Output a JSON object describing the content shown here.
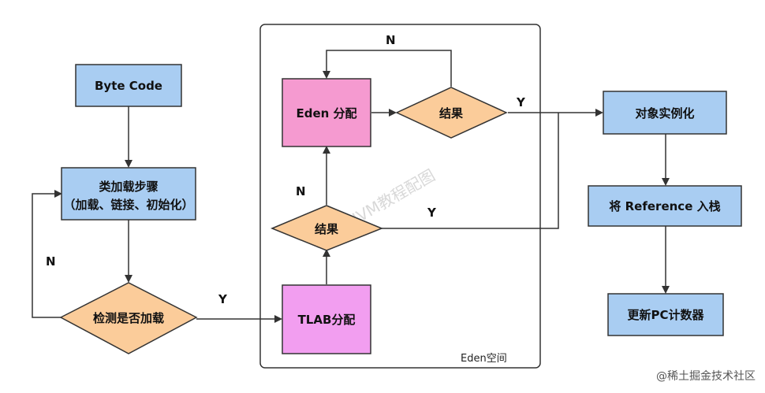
{
  "nodes": {
    "bytecode": "Byte Code",
    "class_load_line1": "类加载步骤",
    "class_load_line2": "（加载、链接、初始化）",
    "check_loaded": "检测是否加载",
    "tlab_alloc": "TLAB分配",
    "eden_alloc": "Eden 分配",
    "result_upper": "结果",
    "result_lower": "结果",
    "instantiate": "对象实例化",
    "push_ref": "将 Reference 入栈",
    "update_pc": "更新PC计数器"
  },
  "edge_labels": {
    "check_no": "N",
    "check_yes": "Y",
    "upper_no": "N",
    "upper_yes": "Y",
    "lower_no": "N",
    "lower_yes": "Y"
  },
  "region": {
    "eden_space": "Eden空间"
  },
  "watermark": "尚硅谷JVM教程配图",
  "credit": "@稀土掘金技术社区",
  "colors": {
    "blue_box": "#a9cdf2",
    "pink_box": "#f59ad0",
    "magenta_box": "#f29ef0",
    "diamond": "#fbcc9a",
    "stroke": "#333333"
  }
}
